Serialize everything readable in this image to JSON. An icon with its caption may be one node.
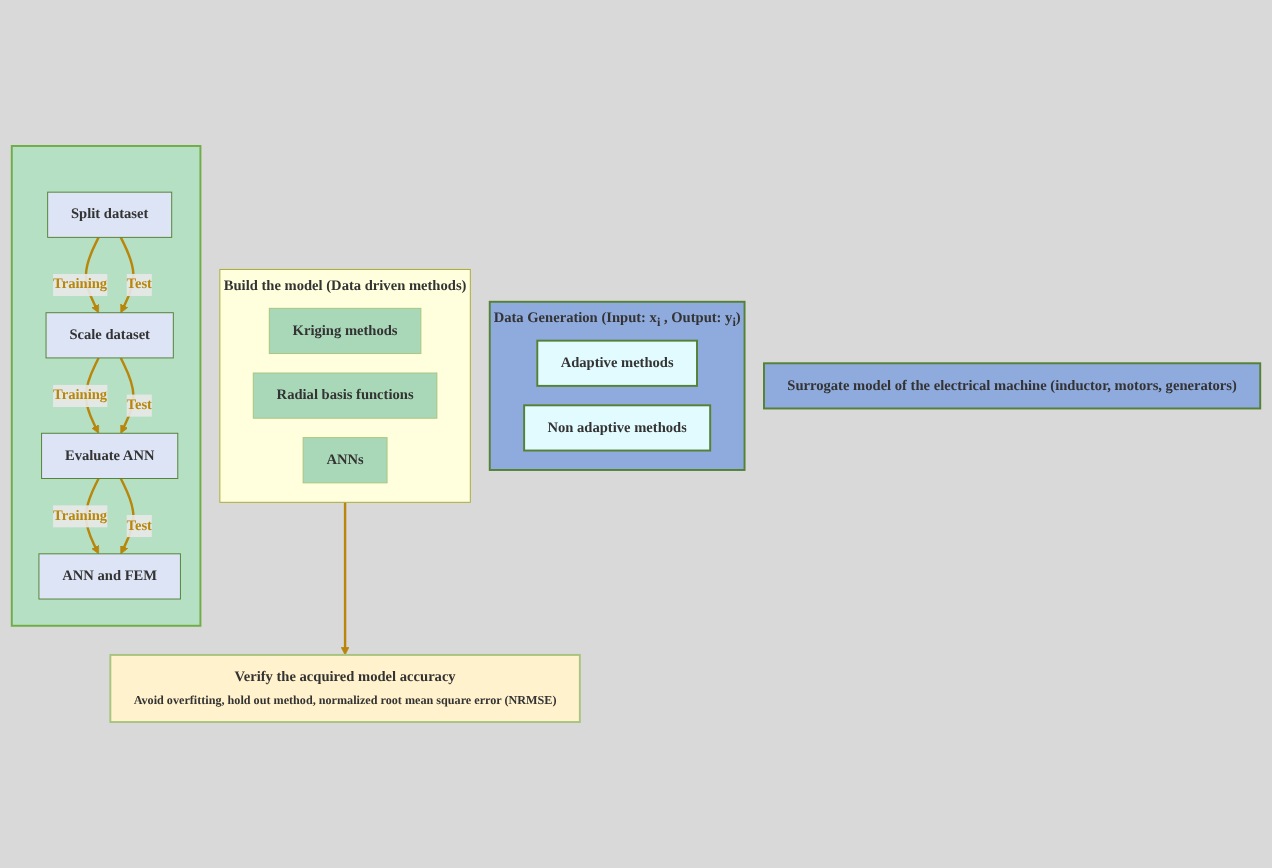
{
  "diagram": {
    "nodes": [
      {
        "text": [
          "Data Generation (Input: x$_{i}$ , Output: y$_{i}$)"
        ]
      },
      {
        "text": [
          "Adaptive methods"
        ],
        "in": 0
      },
      {
        "text": [
          "Non adaptive methods"
        ],
        "in": 0
      },
      {
        "text": [
          "Build the model (Data driven methods)"
        ]
      },
      {
        "text": [
          "Kriging methods"
        ],
        "in": 3
      },
      {
        "text": [
          "Radial basis functions"
        ],
        "in": 3
      },
      {
        "text": [
          "ANNs"
        ],
        "in": 3
      },
      {
        "text": [
          "Verify the acquired model accuracy",
          "Avoid overfitting, hold out method, normalized root mean square error (NRMSE)"
        ]
      },
      {
        "text": [],
        "shape": "box"
      },
      {
        "text": [
          "Split dataset"
        ],
        "in": 8
      },
      {
        "text": [
          "Scale dataset"
        ],
        "in": 8
      },
      {
        "text": [
          "Evaluate ANN"
        ],
        "in": 8
      },
      {
        "text": [
          "ANN  and FEM"
        ],
        "in": 8
      },
      {
        "text": [
          "Surrogate model of the electrical machine (inductor, motors, generators)"
        ]
      }
    ],
    "edges": [
      {
        "from": 3,
        "to": 7,
        "arrow": "to"
      },
      {
        "from": 9,
        "to": 10,
        "arrow": "to",
        "label": "Training"
      },
      {
        "from": 9,
        "to": 10,
        "arrow": "to",
        "label": "Test"
      },
      {
        "from": 10,
        "to": 11,
        "arrow": "to",
        "label": "Training"
      },
      {
        "from": 10,
        "to": 11,
        "arrow": "to",
        "label": "Test"
      },
      {
        "from": 11,
        "to": 12,
        "arrow": "to",
        "label": "Training"
      },
      {
        "from": 11,
        "to": 12,
        "arrow": "to",
        "label": "Test"
      }
    ]
  }
}
